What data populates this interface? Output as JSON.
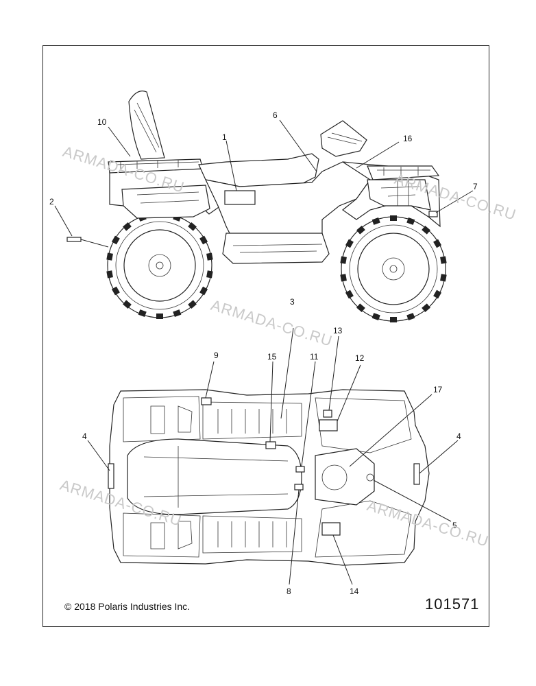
{
  "watermarks": [
    "ARMADA-CO.RU",
    "ARMADA-CO.RU",
    "ARMADA-CO.RU",
    "ARMADA-CO.RU",
    "ARMADA-CO.RU"
  ],
  "copyright": "© 2018 Polaris Industries Inc.",
  "drawing_number": "101571",
  "callouts": {
    "c1": "1",
    "c2": "2",
    "c3": "3",
    "c4a": "4",
    "c4b": "4",
    "c5": "5",
    "c6": "6",
    "c7": "7",
    "c8": "8",
    "c9": "9",
    "c10": "10",
    "c11": "11",
    "c12": "12",
    "c13": "13",
    "c14": "14",
    "c15": "15",
    "c16": "16",
    "c17": "17"
  }
}
